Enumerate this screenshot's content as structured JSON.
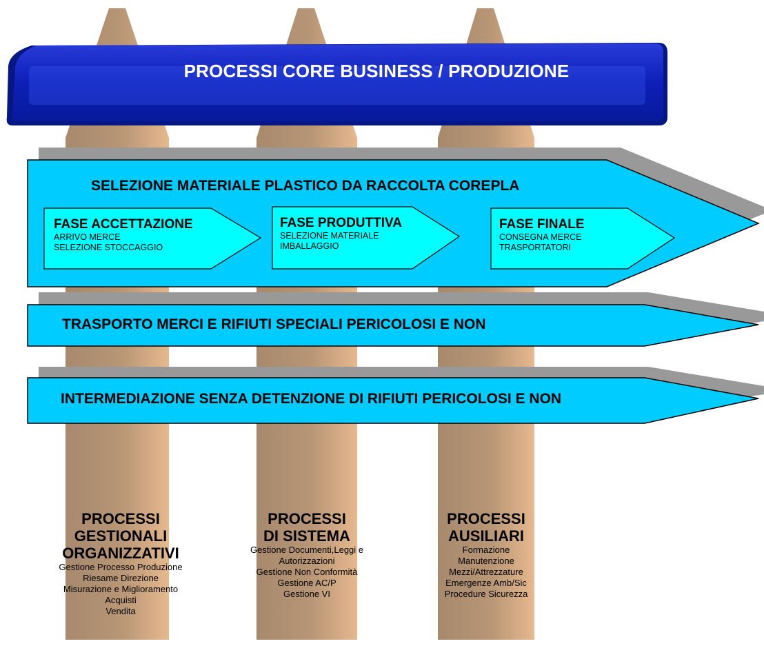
{
  "banner": {
    "title": "PROCESSI CORE BUSINESS / PRODUZIONE"
  },
  "main_arrow": {
    "title": "SELEZIONE MATERIALE PLASTICO DA RACCOLTA COREPLA",
    "phases": [
      {
        "title": "FASE ACCETTAZIONE",
        "lines": [
          "ARRIVO MERCE",
          "SELEZIONE STOCCAGGIO"
        ]
      },
      {
        "title": "FASE PRODUTTIVA",
        "lines": [
          "SELEZIONE MATERIALE",
          "IMBALLAGGIO"
        ]
      },
      {
        "title": "FASE FINALE",
        "lines": [
          "CONSEGNA MERCE",
          "TRASPORTATORI"
        ]
      }
    ]
  },
  "arrow2": {
    "title": "TRASPORTO MERCI E RIFIUTI SPECIALI PERICOLOSI E NON"
  },
  "arrow3": {
    "title": "INTERMEDIAZIONE SENZA DETENZIONE DI RIFIUTI PERICOLOSI  E NON"
  },
  "pillars": [
    {
      "title_lines": [
        "PROCESSI",
        "GESTIONALI",
        "ORGANIZZATIVI"
      ],
      "items": [
        "Gestione Processo Produzione",
        "Riesame Direzione",
        "Misurazione e Miglioramento",
        "Acquisti",
        "Vendita"
      ]
    },
    {
      "title_lines": [
        "PROCESSI",
        "DI SISTEMA"
      ],
      "items": [
        "Gestione Documenti,Leggi e",
        "Autorizzazioni",
        "Gestione Non Conformità",
        "Gestione AC/P",
        "Gestione VI"
      ]
    },
    {
      "title_lines": [
        "PROCESSI",
        "AUSILIARI"
      ],
      "items": [
        "Formazione",
        "Manutenzione",
        "Mezzi/Attrezzature",
        "Emergenze Amb/Sic",
        "Procedure Sicurezza"
      ]
    }
  ],
  "colors": {
    "pillar_dark": "#a7896d",
    "pillar_light": "#e2b68f",
    "arrow_fill": "#00ccff",
    "phase_fill": "#00ffff",
    "banner": "#0a1cb4",
    "shadow": "#999999"
  }
}
